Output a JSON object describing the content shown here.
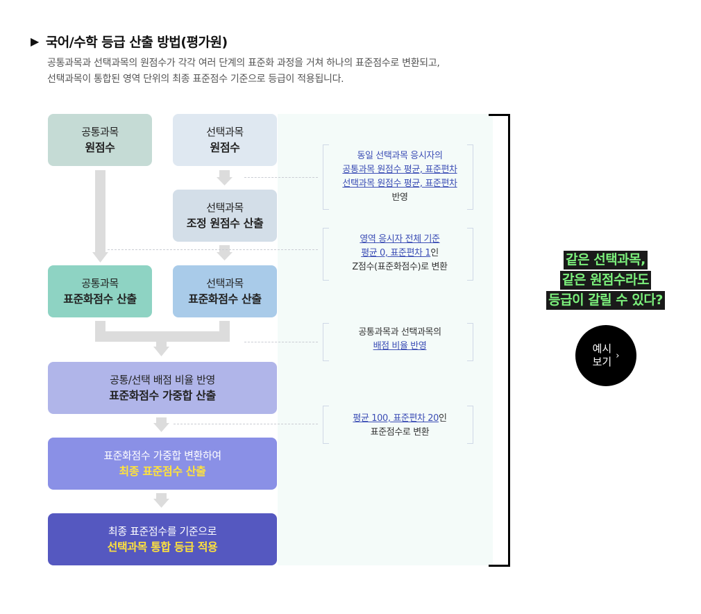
{
  "header": {
    "title": "국어/수학 등급 산출 방법(평가원)",
    "desc_line1": "공통과목과 선택과목의 원점수가 각각 여러 단계의 표준화 과정을 거쳐 하나의 표준점수로 변환되고,",
    "desc_line2": "선택과목이 통합된 영역 단위의 최종 표준점수 기준으로 등급이 적용됩니다."
  },
  "boxes": {
    "common_raw": {
      "l1": "공통과목",
      "l2": "원점수"
    },
    "elective_raw": {
      "l1": "선택과목",
      "l2": "원점수"
    },
    "elective_adj": {
      "l1": "선택과목",
      "l2": "조정 원점수 산출"
    },
    "common_std": {
      "l1": "공통과목",
      "l2": "표준화점수 산출"
    },
    "elective_std": {
      "l1": "선택과목",
      "l2": "표준화점수 산출"
    },
    "weighted": {
      "l1": "공통/선택 배점 비율 반영",
      "l2": "표준화점수 가중합 산출"
    },
    "final_std": {
      "l1": "표준화점수 가중합 변환하여",
      "l2": "최종 표준점수 산출"
    },
    "grade": {
      "l1": "최종 표준점수를 기준으로",
      "l2": "선택과목 통합 등급 적용"
    }
  },
  "notes": {
    "n1": {
      "a": "동일 선택과목 응시자의",
      "b": "공통과목 원점수 평균, 표준편차",
      "c": "선택과목 원점수 평균, 표준편차",
      "d": "반영"
    },
    "n2": {
      "a": "영역 응시자 전체 기준",
      "b": "평균 0, 표준편차 1",
      "b_suffix": "인",
      "c": "Z점수(표준화점수)로 변환"
    },
    "n3": {
      "a": "공통과목과 선택과목의",
      "b": "배점 비율 반영"
    },
    "n4": {
      "a": "평균 100, 표준편차 20",
      "a_suffix": "인",
      "b": "표준점수로 변환"
    }
  },
  "highlight": {
    "line1": "같은 선택과목,",
    "line2": "같은 원점수라도",
    "line3": "등급이 갈릴 수 있다?"
  },
  "example_button": {
    "line1": "예시",
    "line2": "보기",
    "icon": "chevron-right-icon"
  },
  "colors": {
    "common_raw": "#c5dbd5",
    "elective_raw": "#dfe8f1",
    "elective_adj": "#d3dee8",
    "common_std": "#8ed3c3",
    "elective_std": "#a9cbe9",
    "weighted": "#b0b5e9",
    "final_std": "#8a90e6",
    "grade": "#5558c0",
    "highlight_text": "#7cf07c",
    "final_text": "#ffe23c"
  }
}
